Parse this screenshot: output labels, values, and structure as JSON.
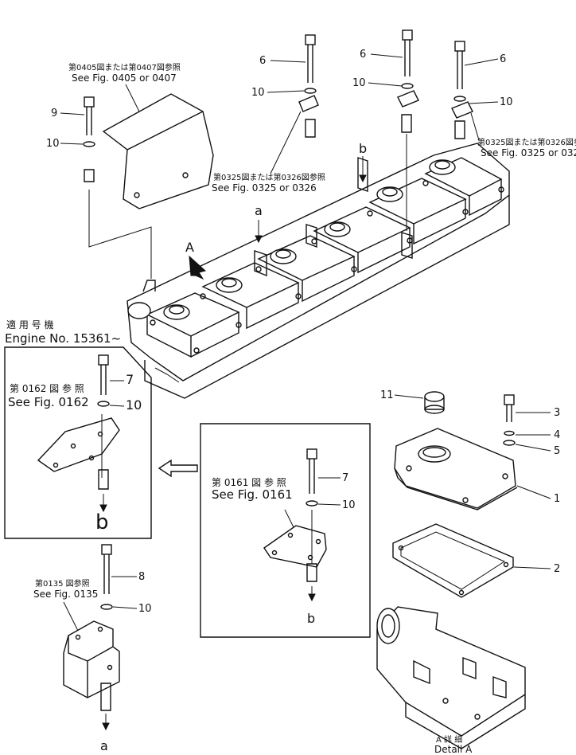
{
  "labels": {
    "p1": "1",
    "p2": "2",
    "p3": "3",
    "p4": "4",
    "p5": "5",
    "p6": "6",
    "p7": "7",
    "p8": "8",
    "p9": "9",
    "p10": "10",
    "p11": "11",
    "a": "a",
    "b": "b",
    "A": "A"
  },
  "refs": {
    "fig0405_jp": "第0405図または第0407図参照",
    "fig0405_en": "See Fig. 0405 or 0407",
    "fig0325_jp": "第0325図または第0326図参照",
    "fig0325_en": "See Fig. 0325 or 0326",
    "fig0162_jp": "第 0162 図 参 照",
    "fig0162_en": "See Fig. 0162",
    "fig0161_jp": "第 0161 図 参 照",
    "fig0161_en": "See Fig. 0161",
    "fig0135_jp": "第0135 図参照",
    "fig0135_en": "See Fig. 0135"
  },
  "engine": {
    "applicable_jp": "適 用 号 機",
    "engine_no": "Engine No. 15361~"
  },
  "detail": {
    "jp": "A 詳 細",
    "en": "Detail A"
  }
}
